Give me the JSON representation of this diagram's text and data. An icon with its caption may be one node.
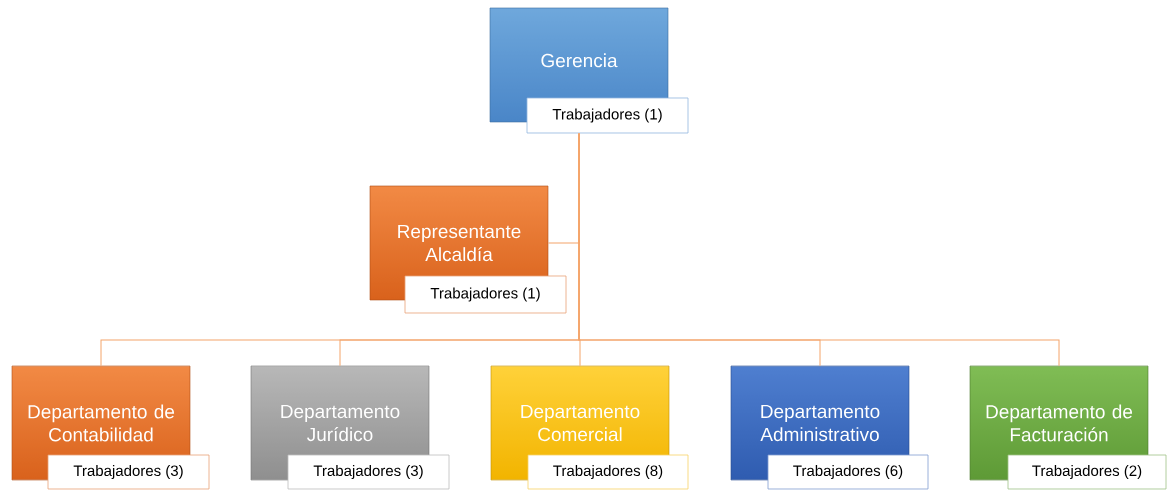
{
  "diagram": {
    "nodes": [
      {
        "text": [
          "Gerencia"
        ]
      },
      {
        "text": [
          "Trabajadores (1)"
        ]
      },
      {
        "text": [
          "Representante Alcaldía"
        ]
      },
      {
        "text": [
          "Trabajadores (1)"
        ]
      },
      {
        "text": [
          "Departamento de Contabilidad"
        ]
      },
      {
        "text": [
          "Trabajadores (3)"
        ]
      },
      {
        "text": [
          "Departamento Jurídico"
        ]
      },
      {
        "text": [
          "Trabajadores (3)"
        ]
      },
      {
        "text": [
          "Departamento Comercial"
        ]
      },
      {
        "text": [
          "Trabajadores (8)"
        ]
      },
      {
        "text": [
          "Departamento Administrativo"
        ]
      },
      {
        "text": [
          "Trabajadores (6)"
        ]
      },
      {
        "text": [
          "Departamento de Facturación"
        ]
      },
      {
        "text": [
          "Trabajadores (2)"
        ]
      }
    ],
    "edges": [
      {
        "from": 0,
        "to": 2,
        "arrow": "none"
      },
      {
        "from": 0,
        "to": 4,
        "arrow": "none"
      },
      {
        "from": 0,
        "to": 6,
        "arrow": "none"
      },
      {
        "from": 0,
        "to": 8,
        "arrow": "none"
      },
      {
        "from": 0,
        "to": 10,
        "arrow": "none"
      },
      {
        "from": 0,
        "to": 12,
        "arrow": "none"
      }
    ]
  }
}
